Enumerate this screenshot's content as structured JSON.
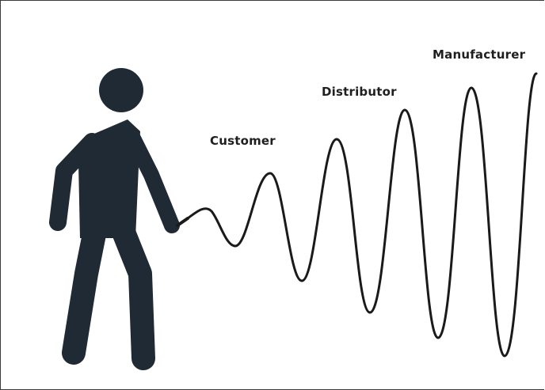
{
  "labels": {
    "customer": "Customer",
    "distributor": "Distributor",
    "manufacturer": "Manufacturer"
  },
  "colors": {
    "figure": "#1f2a35",
    "wave": "#1a1a1a",
    "text": "#1f1f1f",
    "background": "#ffffff"
  },
  "icons": {
    "figure": "person-icon"
  }
}
